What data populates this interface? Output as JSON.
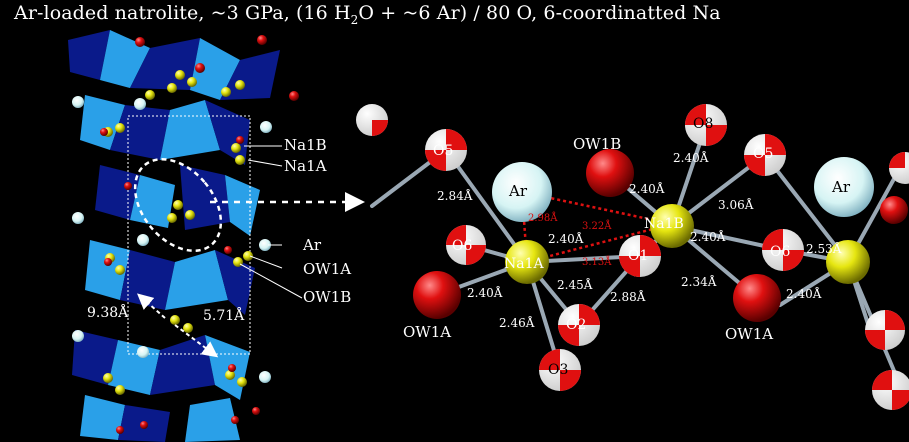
{
  "title": {
    "prefix": "Ar-loaded natrolite, ~3 GPa, (16 H",
    "sub": "2",
    "suffix": "O + ~6 Ar) / 80 O, 6-coordinatted Na"
  },
  "left_panel": {
    "legend": [
      "Na1B",
      "Na1A",
      "Ar",
      "OW1A",
      "OW1B"
    ],
    "cell_dims": [
      "9.38Å",
      "5.71Å"
    ]
  },
  "right_panel": {
    "atoms": [
      "O5",
      "OW1B",
      "O8",
      "O5",
      "Ar",
      "Na1B",
      "Ar",
      "O6",
      "Na1A",
      "O1",
      "O6",
      "OW1A",
      "O2",
      "OW1A",
      "O3"
    ],
    "distances": [
      "2.40Å",
      "2.84Å",
      "2.40Å",
      "3.06Å",
      "2.40Å",
      "2.40Å",
      "2.45Å",
      "2.88Å",
      "2.34Å",
      "2.40Å",
      "2.46Å",
      "2.40Å",
      "2.53Å"
    ],
    "dashed_values": [
      "3.22Å",
      "3.13Å",
      "2.98Å"
    ]
  },
  "colors": {
    "background": "#000000",
    "tetra_dark": "#0a1a8a",
    "tetra_light": "#2aa0e8",
    "oxygen": "#e01010",
    "sodium": "#e6e610",
    "argon": "#d6f4f4"
  }
}
